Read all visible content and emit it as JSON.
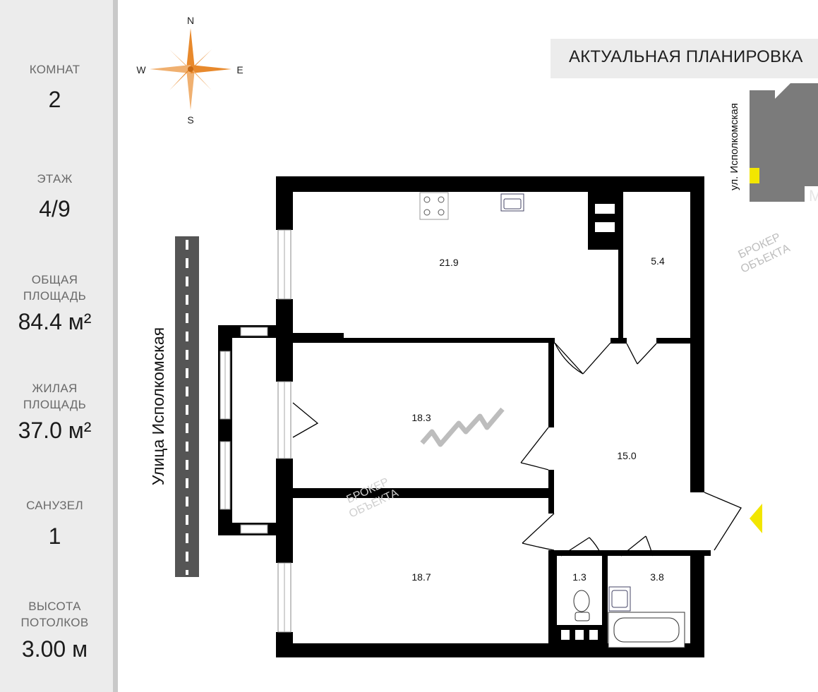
{
  "sidebar": {
    "stats": [
      {
        "label": "КОМНАТ",
        "value": "2"
      },
      {
        "label": "ЭТАЖ",
        "value": "4/9"
      },
      {
        "label": "ОБЩАЯ\nПЛОЩАДЬ",
        "value": "84.4 м²"
      },
      {
        "label": "ЖИЛАЯ\nПЛОЩАДЬ",
        "value": "37.0 м²"
      },
      {
        "label": "САНУЗЕЛ",
        "value": "1"
      },
      {
        "label": "ВЫСОТА\nПОТОЛКОВ",
        "value": "3.00 м"
      }
    ]
  },
  "header": {
    "title": "АКТУАЛЬНАЯ ПЛАНИРОВКА"
  },
  "compass": {
    "n": "N",
    "s": "S",
    "e": "E",
    "w": "W"
  },
  "street": {
    "label": "Улица Исполкомская"
  },
  "locator": {
    "street": "ул. Исполкомская",
    "partial_label": "М"
  },
  "rooms": [
    {
      "id": "kitchen",
      "area": "21.9"
    },
    {
      "id": "storage",
      "area": "5.4"
    },
    {
      "id": "room-1",
      "area": "18.3"
    },
    {
      "id": "hall",
      "area": "15.0"
    },
    {
      "id": "room-2",
      "area": "18.7"
    },
    {
      "id": "wc",
      "area": "1.3"
    },
    {
      "id": "bathroom",
      "area": "3.8"
    }
  ],
  "watermarks": {
    "broker_line1": "БРОКЕР",
    "broker_line2": "ОБЪЕКТА"
  },
  "colors": {
    "wall": "#000000",
    "compass": "#e8892c",
    "entrance_marker": "#f2e600",
    "sidebar": "#ececec"
  }
}
